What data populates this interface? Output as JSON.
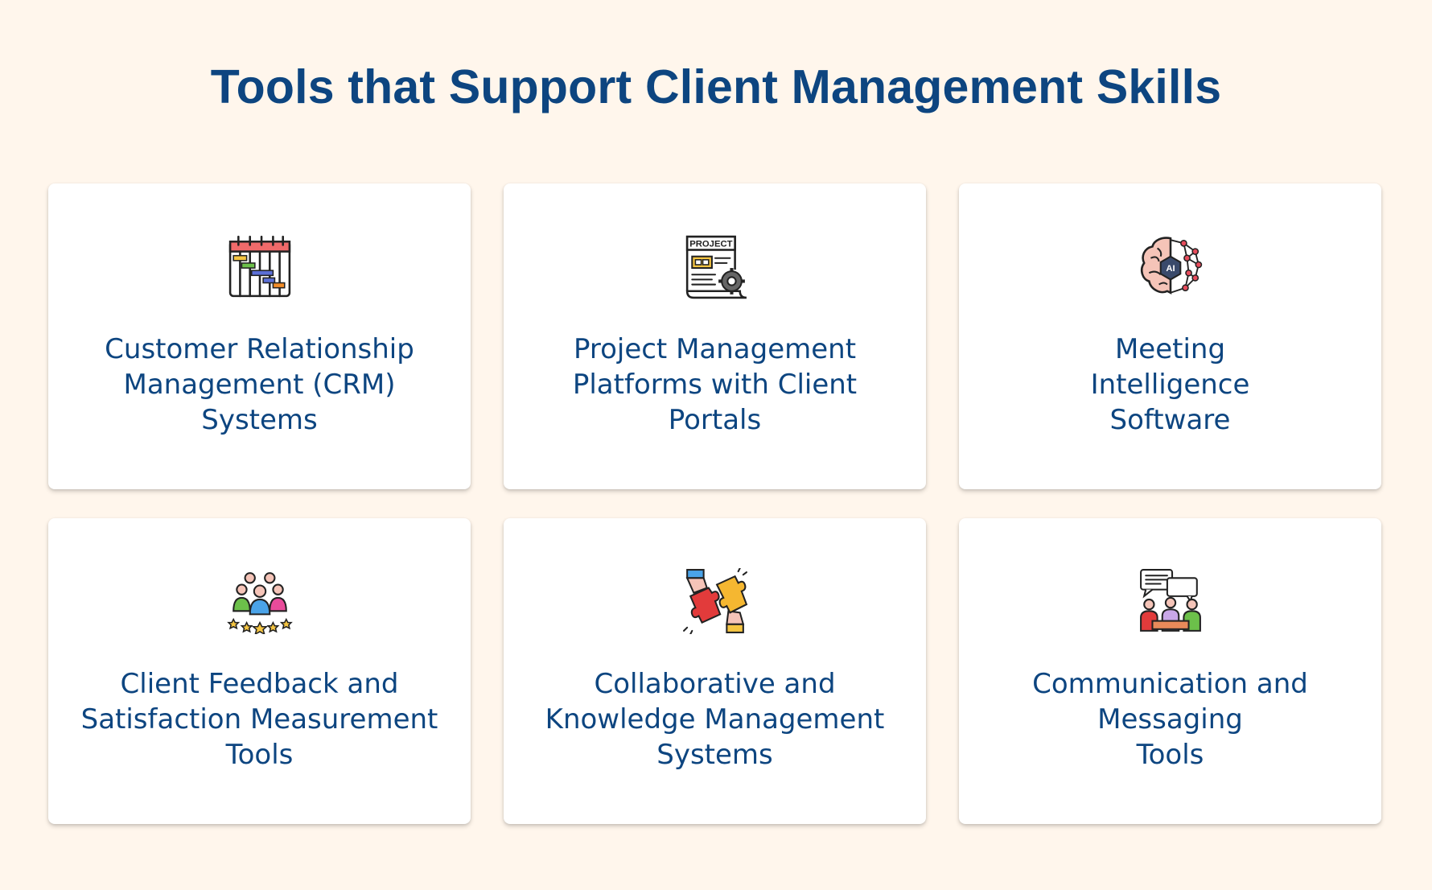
{
  "title": "Tools that Support Client Management Skills",
  "cards": [
    {
      "label": "Customer Relationship\nManagement (CRM)\nSystems",
      "icon": "gantt-calendar-icon"
    },
    {
      "label": "Project Management\nPlatforms with Client\nPortals",
      "icon": "project-document-gear-icon",
      "icon_text": "PROJECT"
    },
    {
      "label": "Meeting\nIntelligence\nSoftware",
      "icon": "ai-brain-network-icon",
      "icon_text": "AI"
    },
    {
      "label": "Client Feedback and\nSatisfaction Measurement\nTools",
      "icon": "customer-rating-group-icon"
    },
    {
      "label": "Collaborative and\nKnowledge Management\nSystems",
      "icon": "puzzle-hands-icon"
    },
    {
      "label": "Communication and\nMessaging\nTools",
      "icon": "chat-meeting-icon"
    }
  ],
  "colors": {
    "background": "#fff6ec",
    "title": "#0d4580",
    "card": "#ffffff"
  }
}
